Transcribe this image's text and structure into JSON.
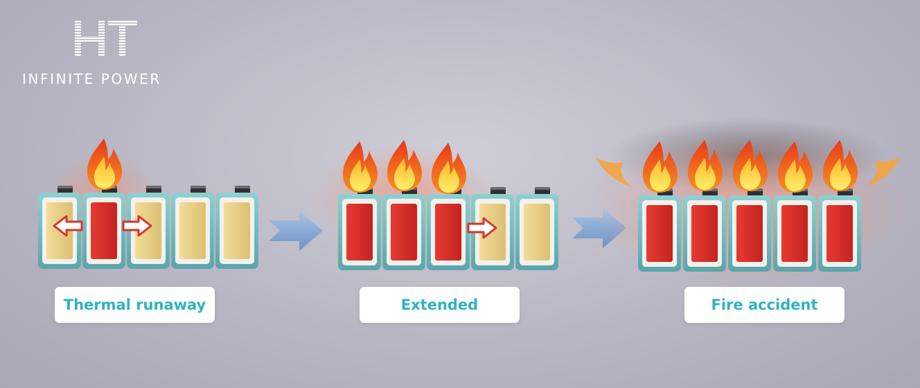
{
  "brand": {
    "mark": "HT",
    "name": "INFINITE POWER"
  },
  "stages": [
    {
      "label": "Thermal runaway",
      "cells": [
        "safe",
        "burning",
        "safe",
        "safe",
        "safe"
      ],
      "fire": [
        1
      ],
      "spread_arrows": [
        "left-from-1",
        "right-from-1"
      ]
    },
    {
      "label": "Extended",
      "cells": [
        "burning",
        "burning",
        "burning",
        "safe",
        "safe"
      ],
      "fire": [
        0,
        1,
        2
      ],
      "spread_arrows": [
        "right-from-2"
      ]
    },
    {
      "label": "Fire accident",
      "cells": [
        "burning",
        "burning",
        "burning",
        "burning",
        "burning"
      ],
      "fire": [
        0,
        1,
        2,
        3,
        4
      ],
      "spread_arrows": []
    }
  ],
  "colors": {
    "label_text": "#2fb3c0",
    "cell_shell": "#6fb9bd",
    "safe_core": "#e8cf86",
    "burning_core": "#d9302c",
    "arrow": "#7ea3cf",
    "flame_outer": "#f26a1b",
    "flame_inner": "#ffd23f"
  }
}
